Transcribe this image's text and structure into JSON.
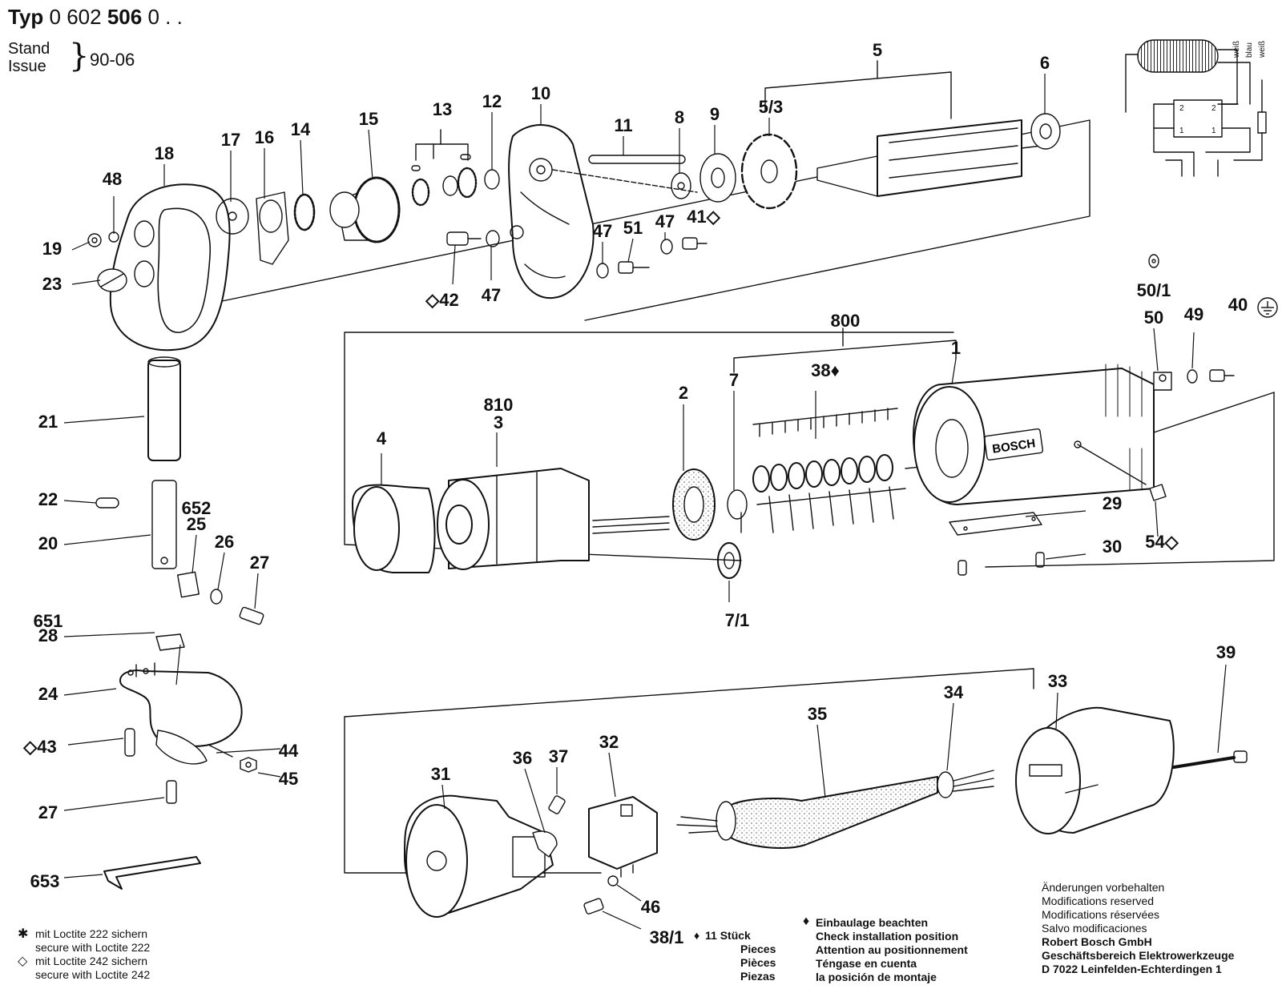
{
  "header": {
    "typ_label": "Typ",
    "typ_number_a": "0 602",
    "typ_number_b": "506",
    "typ_number_c": "0 . .",
    "stand_label": "Stand",
    "issue_label": "Issue",
    "date": "90-06"
  },
  "parts": [
    "1",
    "2",
    "3",
    "4",
    "5",
    "5/3",
    "6",
    "7",
    "7/1",
    "8",
    "9",
    "10",
    "11",
    "12",
    "13",
    "14",
    "15",
    "16",
    "17",
    "18",
    "19",
    "20",
    "21",
    "22",
    "23",
    "24",
    "25",
    "26",
    "27",
    "28",
    "29",
    "30",
    "31",
    "32",
    "33",
    "34",
    "35",
    "36",
    "37",
    "38♦",
    "38/1",
    "39",
    "40",
    "41◇",
    "◇42",
    "◇43",
    "44",
    "45",
    "46",
    "47",
    "48",
    "49",
    "50",
    "50/1",
    "51",
    "54◇",
    "651",
    "652",
    "653",
    "800",
    "810"
  ],
  "brand_text": "BOSCH",
  "wiring": {
    "labels": [
      "weiß",
      "blau",
      "weiß",
      "2",
      "2",
      "1",
      "1"
    ]
  },
  "legend": {
    "loctite222_de": "mit Loctite 222 sichern",
    "loctite222_en": "secure with Loctite 222",
    "loctite242_de": "mit Loctite 242 sichern",
    "loctite242_en": "secure with Loctite 242",
    "pieces_count": "11 Stück",
    "pieces_en": "Pieces",
    "pieces_fr": "Pièces",
    "pieces_es": "Piezas",
    "pos_de": "Einbaulage beachten",
    "pos_en": "Check installation position",
    "pos_fr": "Attention au positionnement",
    "pos_es1": "Téngase en cuenta",
    "pos_es2": "la posición de montaje"
  },
  "modifications": {
    "de": "Änderungen vorbehalten",
    "en": "Modifications reserved",
    "fr": "Modifications réservées",
    "es": "Salvo modificaciones",
    "company": "Robert Bosch GmbH",
    "division": "Geschäftsbereich Elektrowerkzeuge",
    "address": "D 7022 Leinfelden-Echterdingen 1"
  }
}
